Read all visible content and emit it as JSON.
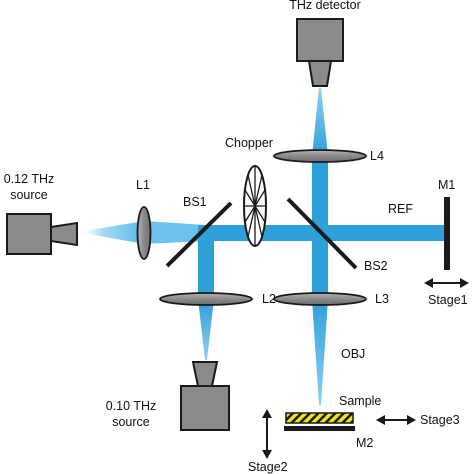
{
  "labels": {
    "thz_detector": "THz detector",
    "source_012_line1": "0.12 THz",
    "source_012_line2": "source",
    "source_010_line1": "0.10 THz",
    "source_010_line2": "source",
    "chopper": "Chopper",
    "l1": "L1",
    "l2": "L2",
    "l3": "L3",
    "l4": "L4",
    "bs1": "BS1",
    "bs2": "BS2",
    "m1": "M1",
    "m2": "M2",
    "ref": "REF",
    "obj": "OBJ",
    "sample": "Sample",
    "stage1": "Stage1",
    "stage2": "Stage2",
    "stage3": "Stage3"
  },
  "colors": {
    "beam": "#2e9fd9",
    "beam_light": "#a8dcf4",
    "component_gray": "#8a8a8a",
    "dark": "#1a1a1a",
    "sample_hatch": "#f2e21a"
  }
}
